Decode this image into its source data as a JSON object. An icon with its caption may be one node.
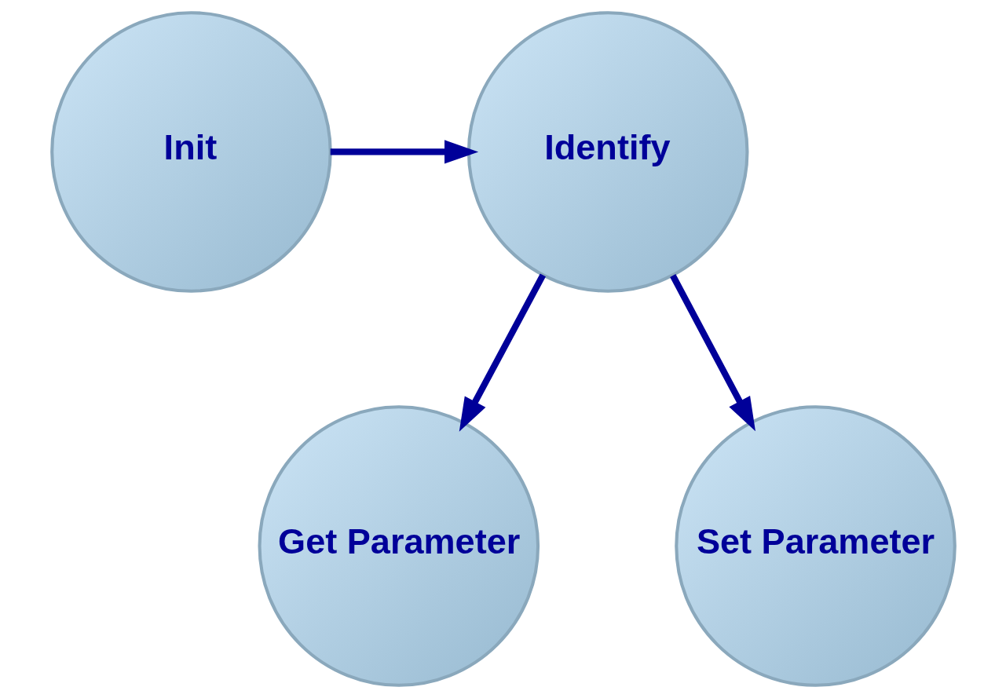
{
  "diagram": {
    "nodes": [
      {
        "text": [
          "Init"
        ]
      },
      {
        "text": [
          "Identify"
        ]
      },
      {
        "text": [
          "Get Parameter"
        ]
      },
      {
        "text": [
          "Set Parameter"
        ]
      }
    ],
    "edges": [
      {
        "from": 0,
        "to": 1,
        "arrow": "to"
      },
      {
        "from": 1,
        "to": 2,
        "arrow": "to"
      },
      {
        "from": 1,
        "to": 3,
        "arrow": "to"
      }
    ]
  }
}
